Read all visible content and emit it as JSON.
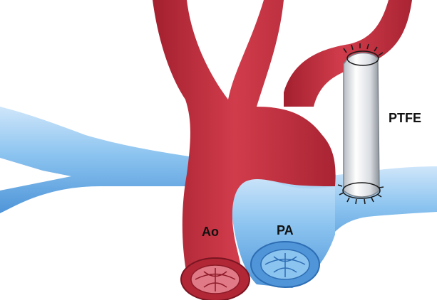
{
  "labels": {
    "aorta": "Ao",
    "pulmonary_artery": "PA",
    "graft": "PTFE"
  },
  "colors": {
    "aorta_fill": "#c8303f",
    "aorta_dark": "#8e1b28",
    "aorta_inner": "#e07a87",
    "pa_fill": "#8cc4f0",
    "pa_dark": "#3f86cf",
    "pa_light": "#d4e9fb",
    "graft_fill": "#e6e8ec",
    "graft_shade": "#9aa0a8",
    "suture": "#1a1a1a",
    "background": "#ffffff"
  }
}
